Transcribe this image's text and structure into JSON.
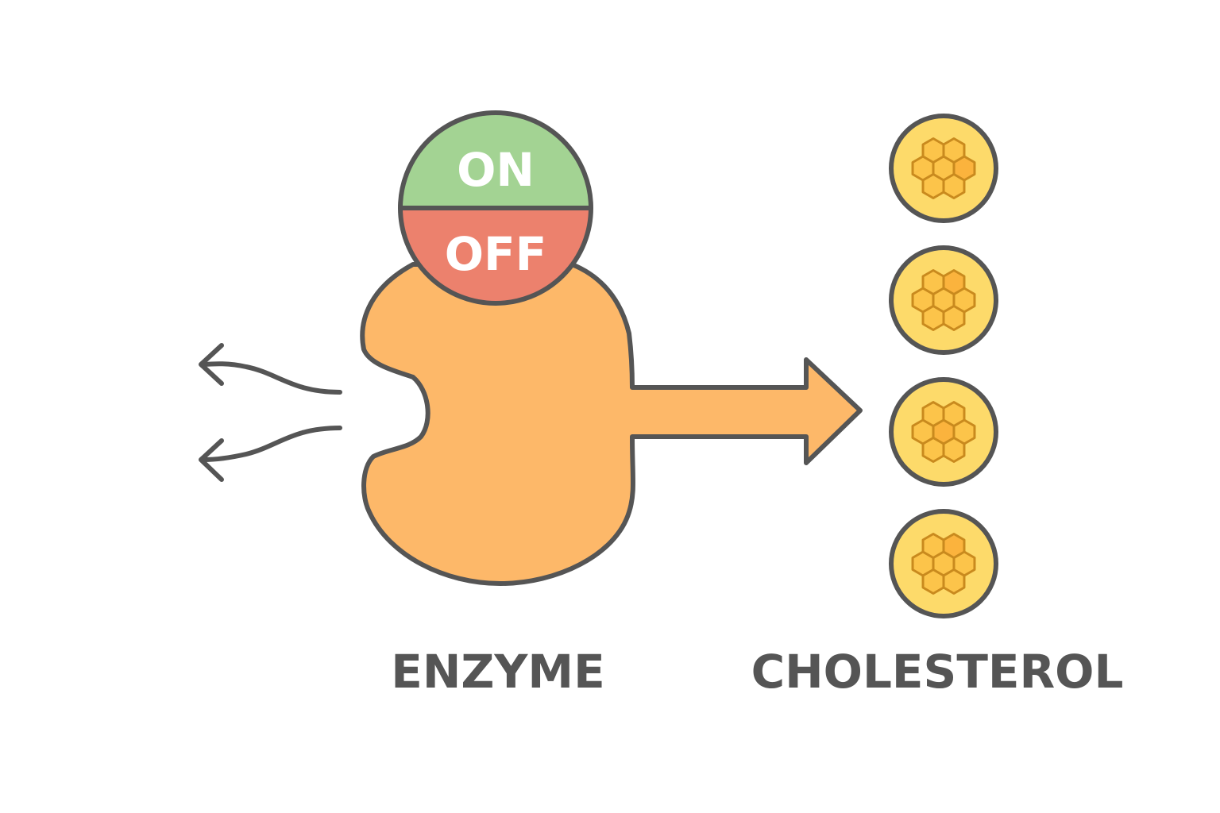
{
  "switch": {
    "on_label": "ON",
    "off_label": "OFF"
  },
  "labels": {
    "enzyme": "ENZYME",
    "cholesterol": "CHOLESTEROL"
  },
  "colors": {
    "outline": "#555555",
    "enzyme_fill": "#FDB869",
    "switch_on": "#A3D393",
    "switch_off": "#EC816D",
    "molecule_fill": "#FDDA6A",
    "hex_fill": "#FCC44A",
    "hex_stroke": "#C98A1E",
    "hex_accent": "#FBB33D"
  },
  "molecules": [
    {
      "id": "cholesterol-1"
    },
    {
      "id": "cholesterol-2"
    },
    {
      "id": "cholesterol-3"
    },
    {
      "id": "cholesterol-4"
    }
  ]
}
